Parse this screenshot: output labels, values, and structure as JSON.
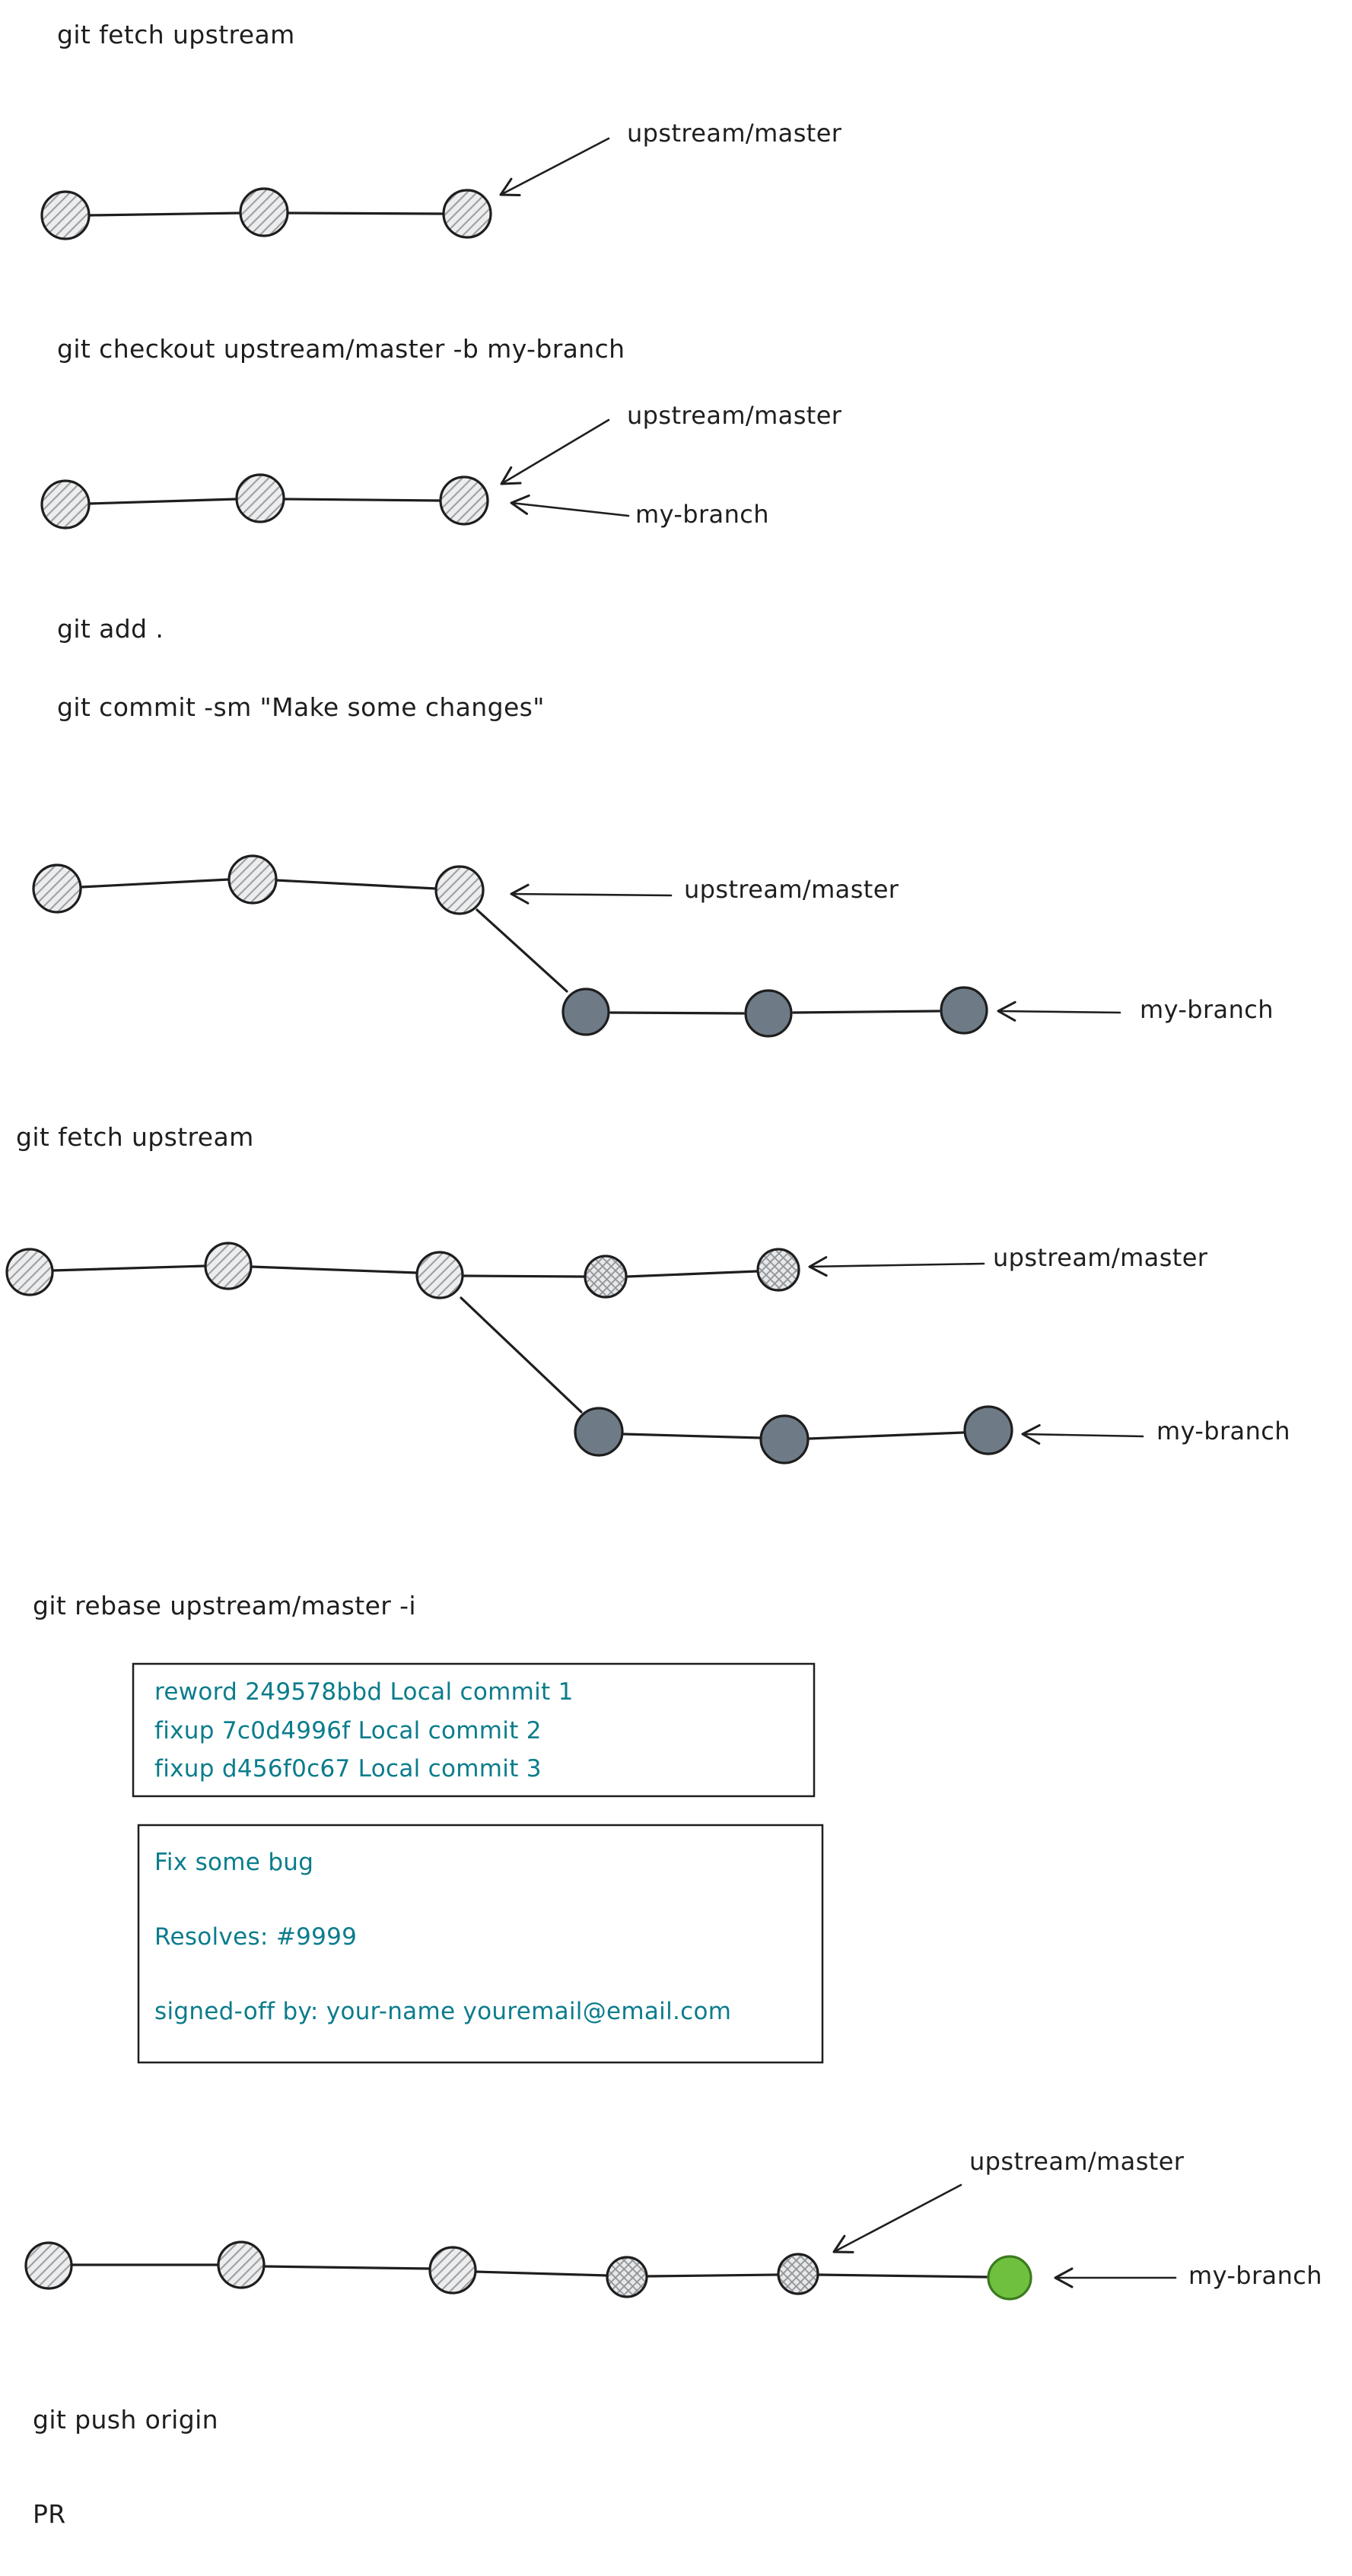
{
  "colors": {
    "ink": "#1e1e1e",
    "teal": "#0b7c8c",
    "commit_light_fill": "#ededed",
    "commit_dark_fill": "#6e7b87",
    "commit_green_fill": "#70c040"
  },
  "steps": {
    "fetch1": "git fetch upstream",
    "checkout": "git checkout upstream/master -b my-branch",
    "add": "git add .",
    "commit": "git commit -sm \"Make some changes\"",
    "fetch2": "git fetch upstream",
    "rebase": "git rebase upstream/master -i",
    "push": "git push origin",
    "pr": "PR"
  },
  "branch_labels": {
    "upstream_master": "upstream/master",
    "my_branch": "my-branch"
  },
  "rebase_todo": {
    "lines": [
      "reword 249578bbd Local commit 1",
      "fixup 7c0d4996f Local commit 2",
      "fixup d456f0c67 Local commit 3"
    ]
  },
  "commit_message": {
    "title": "Fix some bug",
    "resolves": "Resolves: #9999",
    "signoff": "signed-off by: your-name youremail@email.com"
  }
}
